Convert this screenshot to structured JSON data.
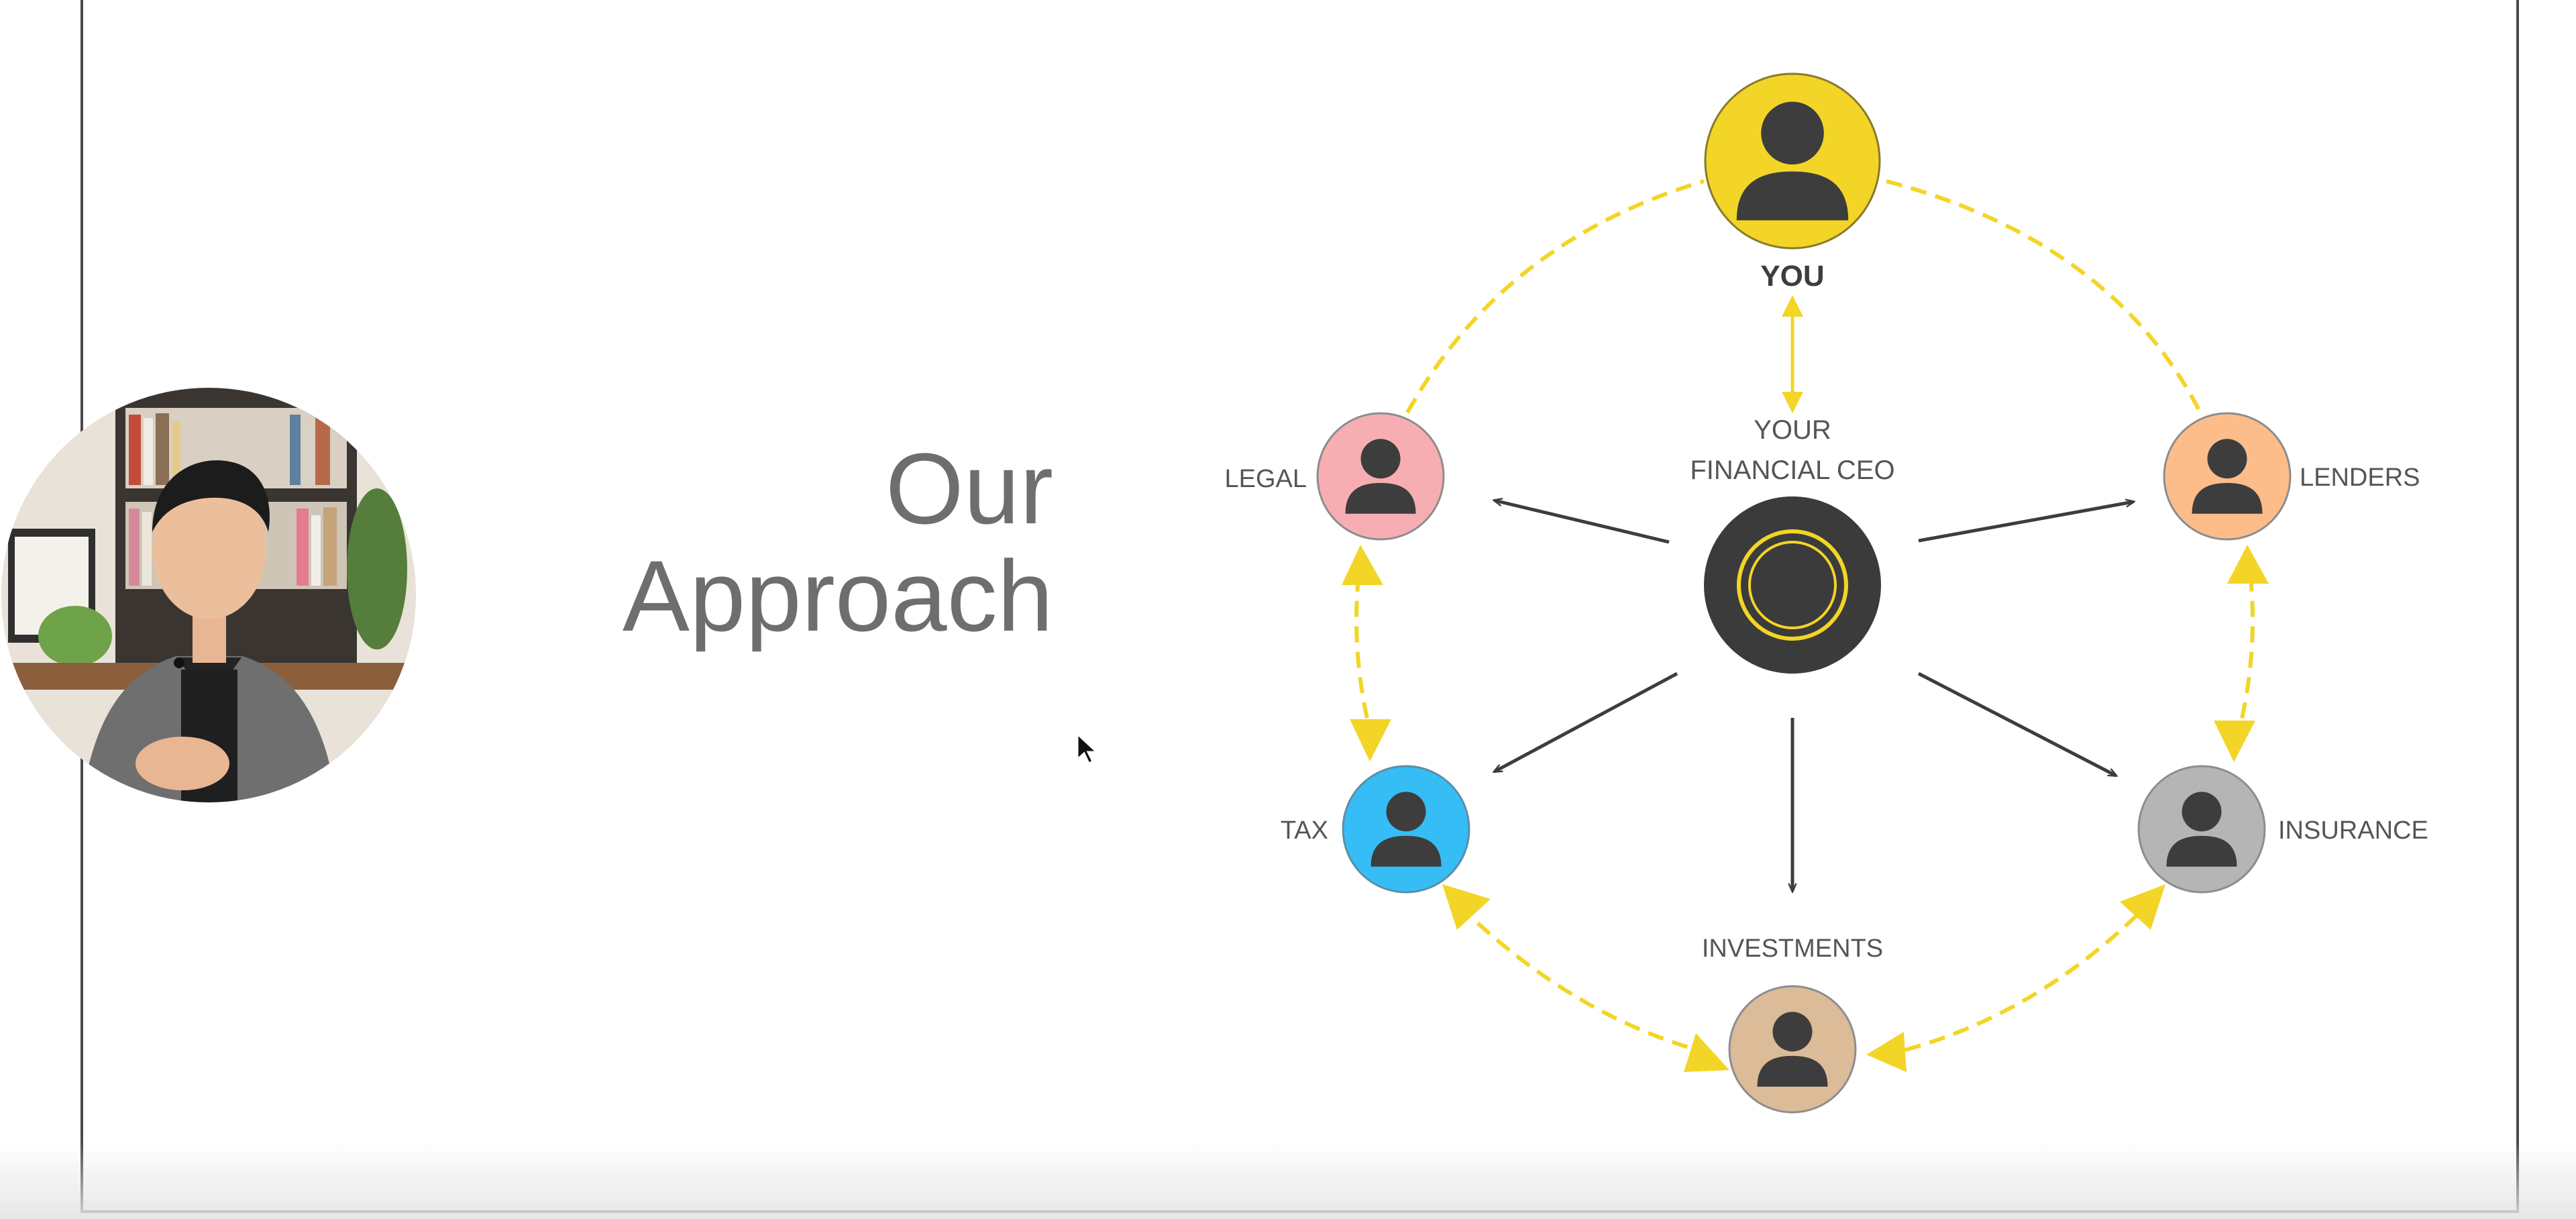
{
  "slide": {
    "title_line1": "Our",
    "title_line2": "Approach"
  },
  "diagram": {
    "center_label_line1": "YOUR",
    "center_label_line2": "FINANCIAL CEO",
    "nodes": {
      "you": {
        "label": "YOU",
        "color": "#f2d527"
      },
      "legal": {
        "label": "LEGAL",
        "color": "#f7aeb2"
      },
      "lenders": {
        "label": "LENDERS",
        "color": "#fcbd8b"
      },
      "tax": {
        "label": "TAX",
        "color": "#36bdf6"
      },
      "insurance": {
        "label": "INSURANCE",
        "color": "#b5b5b5"
      },
      "investments": {
        "label": "INVESTMENTS",
        "color": "#dbbb98"
      }
    },
    "ceo_color": "#3b3b3b",
    "accent_color": "#f2d527",
    "icon_color": "#3d3d3d"
  }
}
